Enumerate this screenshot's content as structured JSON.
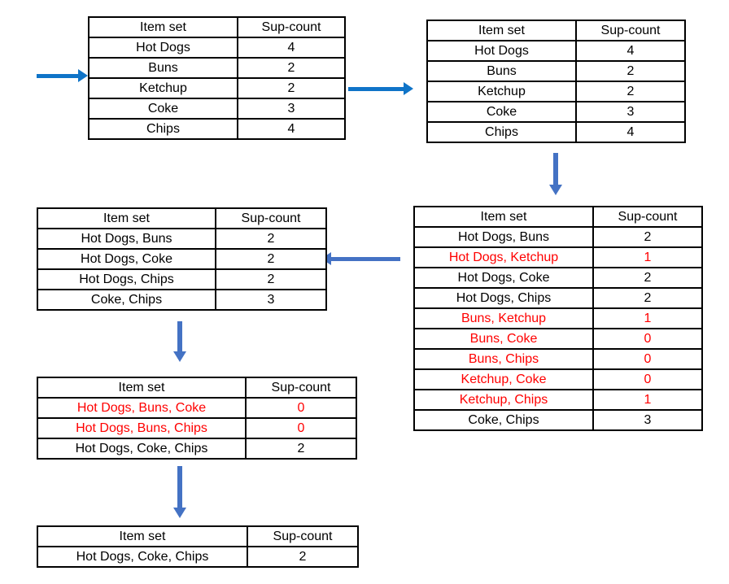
{
  "colors": {
    "arrow_bright_blue": "#0f74c8",
    "arrow_muted_blue": "#4472c4",
    "highlight_red": "#ff0000",
    "table_border_black": "#000000"
  },
  "tables": [
    {
      "headers": [
        "Item set",
        "Sup-count"
      ],
      "rows": [
        {
          "itemset": "Hot Dogs",
          "sup_count": "4",
          "red": false
        },
        {
          "itemset": "Buns",
          "sup_count": "2",
          "red": false
        },
        {
          "itemset": "Ketchup",
          "sup_count": "2",
          "red": false
        },
        {
          "itemset": "Coke",
          "sup_count": "3",
          "red": false
        },
        {
          "itemset": "Chips",
          "sup_count": "4",
          "red": false
        }
      ]
    },
    {
      "headers": [
        "Item set",
        "Sup-count"
      ],
      "rows": [
        {
          "itemset": "Hot Dogs",
          "sup_count": "4",
          "red": false
        },
        {
          "itemset": "Buns",
          "sup_count": "2",
          "red": false
        },
        {
          "itemset": "Ketchup",
          "sup_count": "2",
          "red": false
        },
        {
          "itemset": "Coke",
          "sup_count": "3",
          "red": false
        },
        {
          "itemset": "Chips",
          "sup_count": "4",
          "red": false
        }
      ]
    },
    {
      "headers": [
        "Item set",
        "Sup-count"
      ],
      "rows": [
        {
          "itemset": "Hot Dogs, Buns",
          "sup_count": "2",
          "red": false
        },
        {
          "itemset": "Hot Dogs, Ketchup",
          "sup_count": "1",
          "red": true
        },
        {
          "itemset": "Hot Dogs, Coke",
          "sup_count": "2",
          "red": false
        },
        {
          "itemset": "Hot Dogs, Chips",
          "sup_count": "2",
          "red": false
        },
        {
          "itemset": "Buns, Ketchup",
          "sup_count": "1",
          "red": true
        },
        {
          "itemset": "Buns, Coke",
          "sup_count": "0",
          "red": true
        },
        {
          "itemset": "Buns, Chips",
          "sup_count": "0",
          "red": true
        },
        {
          "itemset": "Ketchup, Coke",
          "sup_count": "0",
          "red": true
        },
        {
          "itemset": "Ketchup, Chips",
          "sup_count": "1",
          "red": true
        },
        {
          "itemset": "Coke, Chips",
          "sup_count": "3",
          "red": false
        }
      ]
    },
    {
      "headers": [
        "Item set",
        "Sup-count"
      ],
      "rows": [
        {
          "itemset": "Hot Dogs, Buns",
          "sup_count": "2",
          "red": false
        },
        {
          "itemset": "Hot Dogs, Coke",
          "sup_count": "2",
          "red": false
        },
        {
          "itemset": "Hot Dogs, Chips",
          "sup_count": "2",
          "red": false
        },
        {
          "itemset": "Coke, Chips",
          "sup_count": "3",
          "red": false
        }
      ]
    },
    {
      "headers": [
        "Item set",
        "Sup-count"
      ],
      "rows": [
        {
          "itemset": "Hot Dogs, Buns, Coke",
          "sup_count": "0",
          "red": true
        },
        {
          "itemset": "Hot Dogs, Buns, Chips",
          "sup_count": "0",
          "red": true
        },
        {
          "itemset": "Hot Dogs, Coke, Chips",
          "sup_count": "2",
          "red": false
        }
      ]
    },
    {
      "headers": [
        "Item set",
        "Sup-count"
      ],
      "rows": [
        {
          "itemset": "Hot Dogs, Coke, Chips",
          "sup_count": "2",
          "red": false
        }
      ]
    }
  ]
}
